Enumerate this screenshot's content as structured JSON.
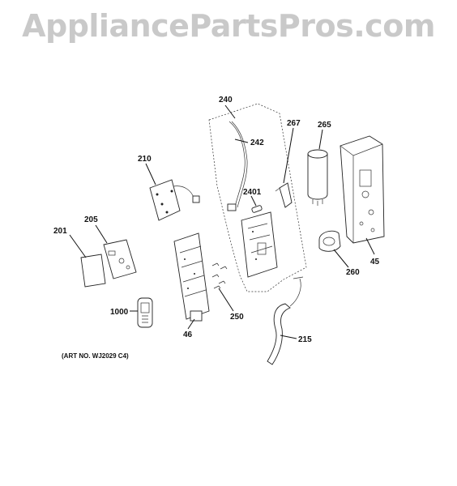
{
  "watermark": "AppliancePartsPros.com",
  "art_number": "(ART NO. WJ2029 C4)",
  "callouts": {
    "p201": "201",
    "p205": "205",
    "p210": "210",
    "p240": "240",
    "p242": "242",
    "p2401": "2401",
    "p267": "267",
    "p265": "265",
    "p45": "45",
    "p260": "260",
    "p250": "250",
    "p46": "46",
    "p1000": "1000",
    "p215": "215"
  }
}
